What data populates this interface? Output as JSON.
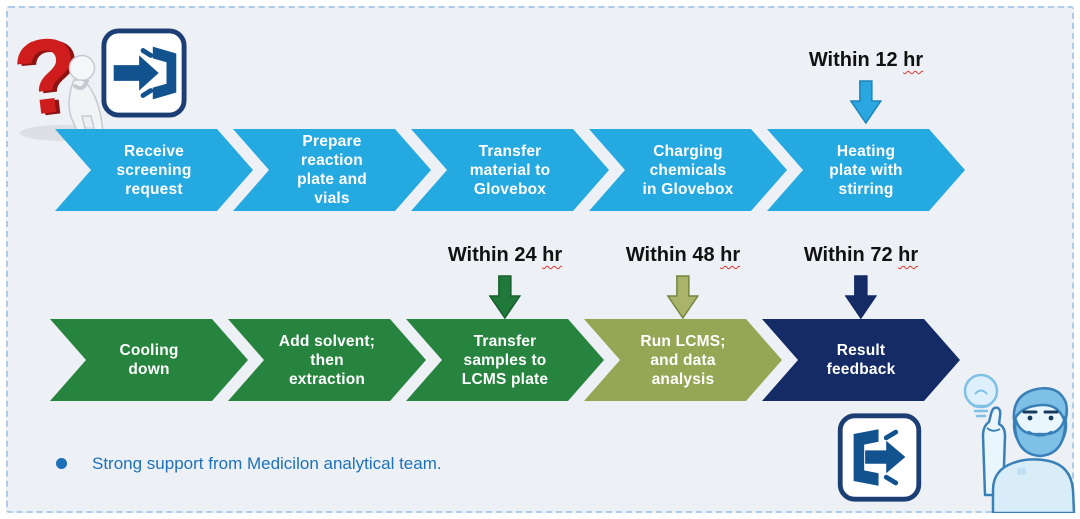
{
  "flow": {
    "rows": [
      {
        "name": "day-one-steps",
        "steps": [
          {
            "label": "Receive\nscreening\nrequest",
            "color": "#25a9e1"
          },
          {
            "label": "Prepare\nreaction\nplate and\nvials",
            "color": "#25a9e1"
          },
          {
            "label": "Transfer\nmaterial to\nGlovebox",
            "color": "#25a9e1"
          },
          {
            "label": "Charging\nchemicals\nin Glovebox",
            "color": "#25a9e1"
          },
          {
            "label": "Heating\nplate with\nstirring",
            "color": "#25a9e1"
          }
        ]
      },
      {
        "name": "follow-up-steps",
        "steps": [
          {
            "label": "Cooling\ndown",
            "color": "#27843f"
          },
          {
            "label": "Add solvent;\nthen\nextraction",
            "color": "#27843f"
          },
          {
            "label": "Transfer\nsamples to\nLCMS plate",
            "color": "#27843f"
          },
          {
            "label": "Run LCMS;\nand data\nanalysis",
            "color": "#95a754"
          },
          {
            "label": "Result\nfeedback",
            "color": "#152b66"
          }
        ]
      }
    ],
    "annotations": [
      {
        "prefix": "Within 12 ",
        "word": "hr",
        "arrow_fill": "#2aa7e0",
        "arrow_stroke": "#1c85ba"
      },
      {
        "prefix": "Within 24 ",
        "word": "hr",
        "arrow_fill": "#20793a",
        "arrow_stroke": "#185e2d"
      },
      {
        "prefix": "Within 48 ",
        "word": "hr",
        "arrow_fill": "#a9b46a",
        "arrow_stroke": "#76853f"
      },
      {
        "prefix": "Within 72 ",
        "word": "hr",
        "arrow_fill": "#152b66",
        "arrow_stroke": "#152b66"
      }
    ]
  },
  "footer": {
    "text": "Strong support from Medicilon analytical team.",
    "text_color": "#1d71ba",
    "bullet_color": "#1d6fb8"
  },
  "icons": {
    "question_glyph": "?",
    "top_left": [
      "question-mark-figure-icon",
      "enter-icon"
    ],
    "bottom_right": [
      "exit-icon",
      "idea-man-illustration"
    ]
  },
  "colors": {
    "page_bg": "#ffffff",
    "panel_bg": "#edf1f6",
    "panel_border": "#aecbe9",
    "icon_navy": "#1c3e74",
    "icon_blue": "#12538f",
    "annotation_text": "#111111",
    "squiggle": "#e0382e"
  }
}
